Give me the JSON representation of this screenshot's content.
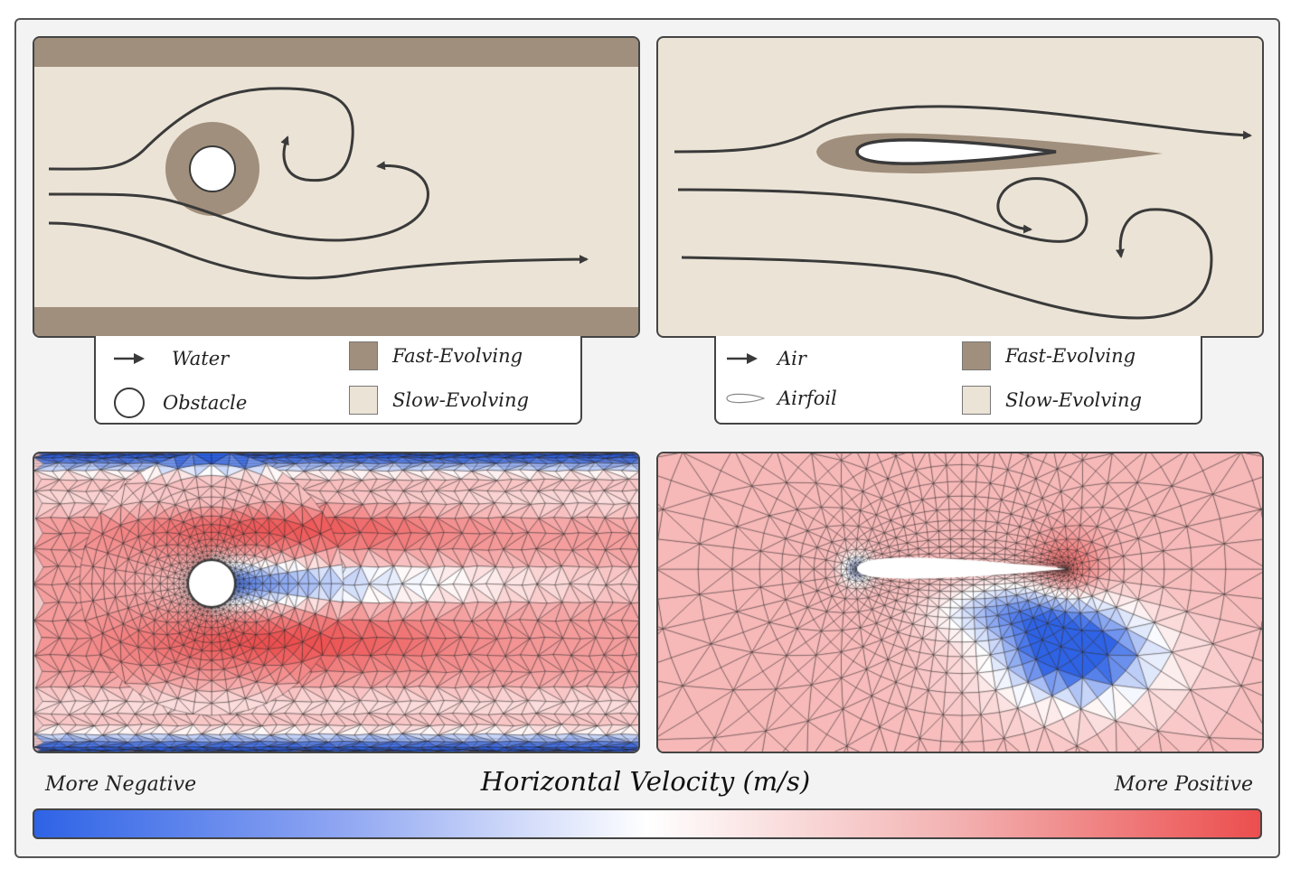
{
  "cylinder_legend": {
    "flow_label": "Water",
    "obstacle_label": "Obstacle",
    "fast_label": "Fast-Evolving",
    "slow_label": "Slow-Evolving"
  },
  "airfoil_legend": {
    "flow_label": "Air",
    "obstacle_label": "Airfoil",
    "fast_label": "Fast-Evolving",
    "slow_label": "Slow-Evolving"
  },
  "colorbar": {
    "title": "Horizontal Velocity (m/s)",
    "left_label": "More Negative",
    "right_label": "More Positive",
    "negative_color": "#2e63e6",
    "zero_color": "#ffffff",
    "positive_color": "#ec4e4e"
  },
  "colors": {
    "fast_evolving": "#a08f7c",
    "slow_evolving": "#ebe3d6",
    "streamline": "#3a3a3a",
    "mesh_line": "#222222"
  }
}
